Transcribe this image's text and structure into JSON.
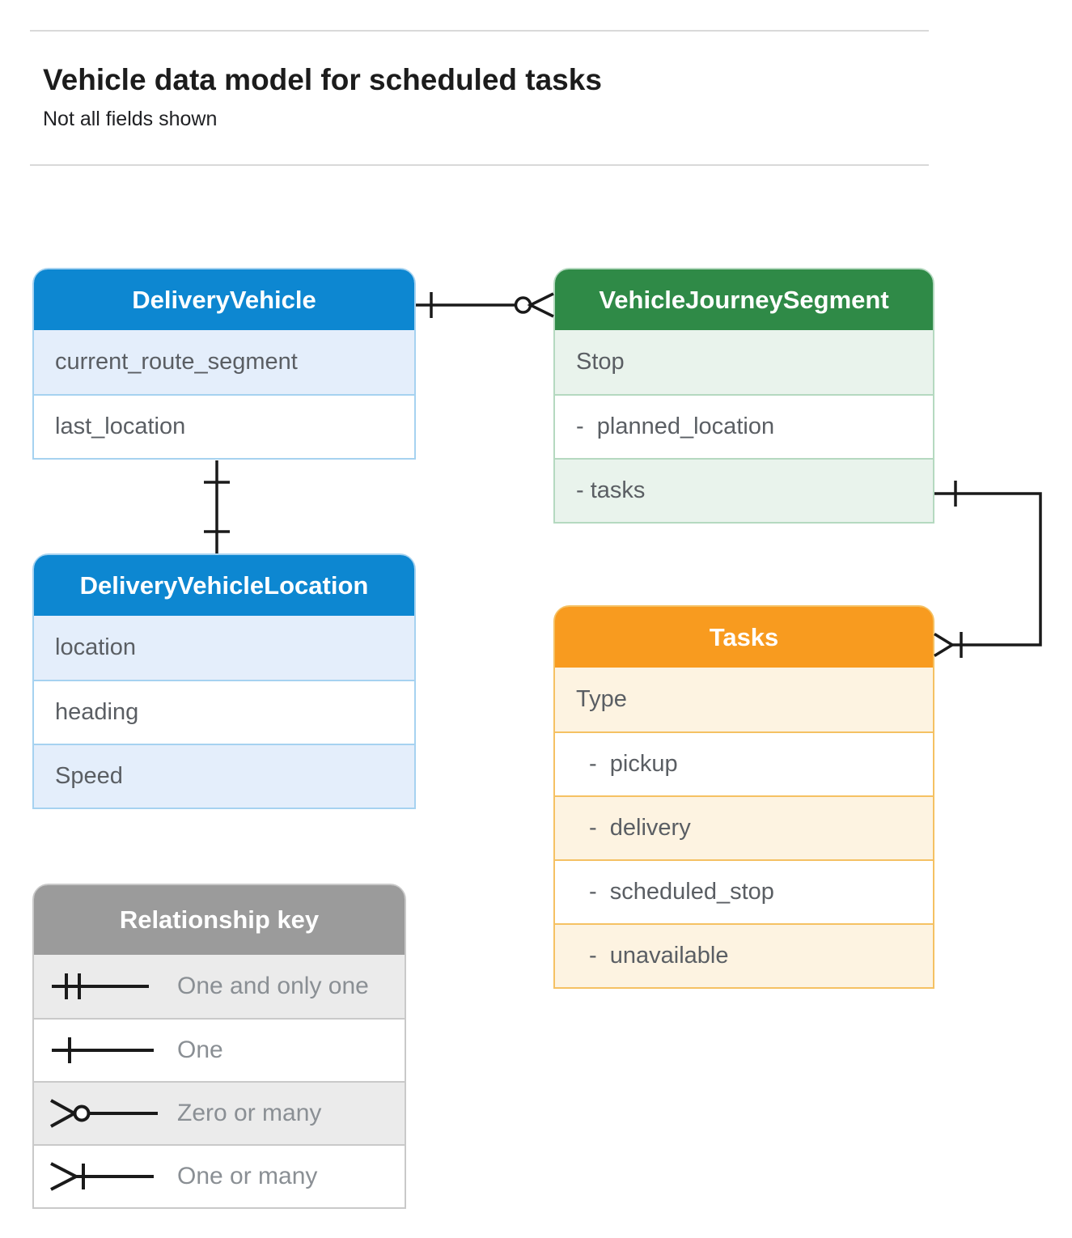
{
  "header": {
    "title": "Vehicle data model for scheduled tasks",
    "subtitle": "Not all fields shown"
  },
  "entities": [
    {
      "title": "DeliveryVehicle",
      "rows": [
        "current_route_segment",
        "last_location"
      ]
    },
    {
      "title": "VehicleJourneySegment",
      "rows": [
        "Stop",
        "-  planned_location",
        "- tasks"
      ]
    },
    {
      "title": "DeliveryVehicleLocation",
      "rows": [
        "location",
        "heading",
        "Speed"
      ]
    },
    {
      "title": "Tasks",
      "rows": [
        "Type",
        "-  pickup",
        "-  delivery",
        "-  scheduled_stop",
        "-  unavailable"
      ]
    }
  ],
  "legend": {
    "title": "Relationship key",
    "items": [
      {
        "symbol": "one-and-only-one",
        "label": "One and only one"
      },
      {
        "symbol": "one",
        "label": "One"
      },
      {
        "symbol": "zero-or-many",
        "label": "Zero or many"
      },
      {
        "symbol": "one-or-many",
        "label": "One or many"
      }
    ]
  },
  "relationships": [
    {
      "from": "DeliveryVehicle",
      "to": "VehicleJourneySegment",
      "from_cardinality": "one",
      "to_cardinality": "zero-or-many"
    },
    {
      "from": "DeliveryVehicle",
      "to": "DeliveryVehicleLocation",
      "from_cardinality": "one",
      "to_cardinality": "one"
    },
    {
      "from": "VehicleJourneySegment.tasks",
      "to": "Tasks",
      "from_cardinality": "one",
      "to_cardinality": "one-or-many"
    }
  ],
  "colors": {
    "blue": "#0d87d1",
    "blue_light": "#e4eefb",
    "blue_border": "#a6d2f0",
    "green": "#2f8a47",
    "green_light": "#e9f3ec",
    "green_border": "#b5d9c0",
    "orange": "#f89b1f",
    "orange_light": "#fdf3e1",
    "orange_border": "#f5c163",
    "gray": "#9b9b9b",
    "gray_light": "#ebebeb",
    "gray_border": "#c9c9c9",
    "field_text": "#5a5e63",
    "legend_text": "#8a8f94",
    "line": "#1a1a1a"
  }
}
